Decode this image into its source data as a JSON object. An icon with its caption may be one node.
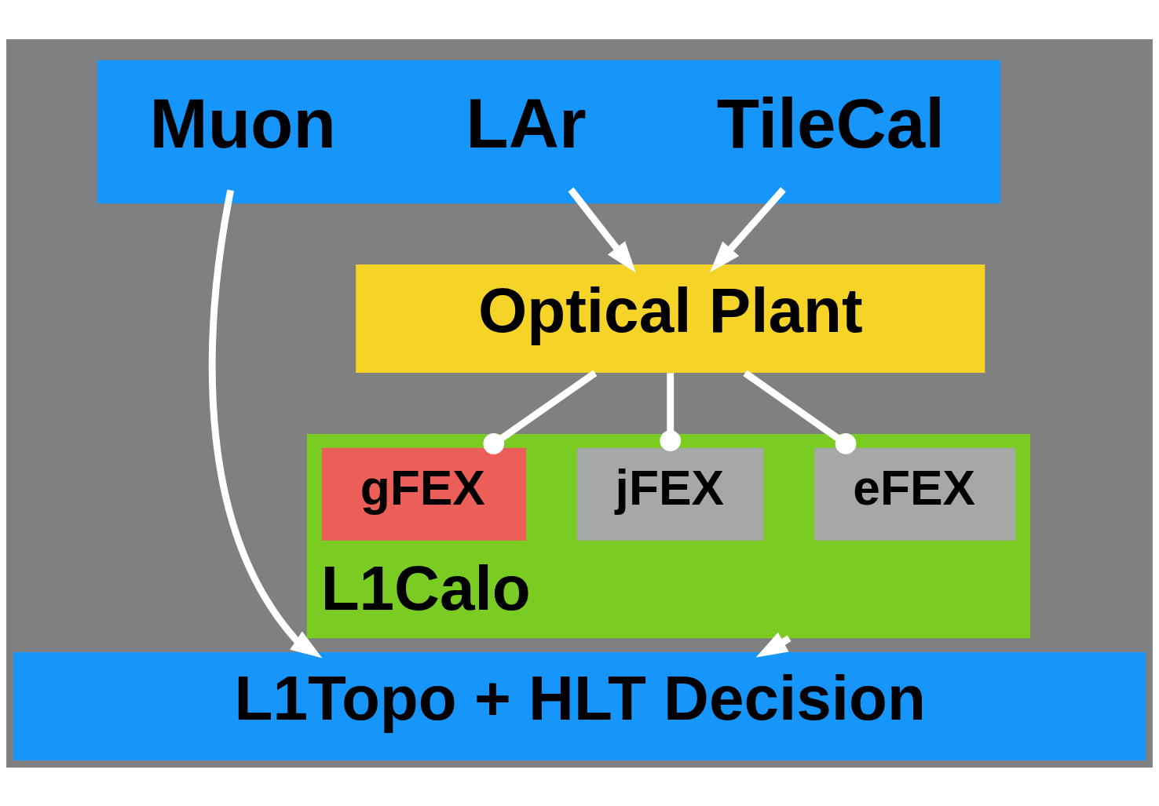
{
  "diagram": {
    "nodes": [
      {
        "text": [],
        "shape": "box"
      },
      {
        "text": [
          "Muon"
        ],
        "in": 0
      },
      {
        "text": [
          "LAr"
        ],
        "in": 0
      },
      {
        "text": [
          "TileCal"
        ],
        "in": 0
      },
      {
        "text": [
          "Optical Plant"
        ]
      },
      {
        "text": [
          "L1Calo"
        ]
      },
      {
        "text": [
          "eFEX"
        ],
        "in": 5
      },
      {
        "text": [
          "jFEX"
        ],
        "in": 5
      },
      {
        "text": [
          "gFEX"
        ],
        "in": 5
      },
      {
        "text": [
          "L1Topo + HLT Decision"
        ]
      }
    ],
    "edges": [
      {
        "from": 1,
        "to": 9,
        "arrow": "to"
      },
      {
        "from": 2,
        "to": 4,
        "arrow": "to"
      },
      {
        "from": 3,
        "to": 4,
        "arrow": "to"
      },
      {
        "from": 4,
        "to": 6,
        "arrow": "other"
      },
      {
        "from": 4,
        "to": 7,
        "arrow": "other"
      },
      {
        "from": 4,
        "to": 8,
        "arrow": "other"
      },
      {
        "from": 5,
        "to": 9,
        "arrow": "to"
      }
    ]
  }
}
